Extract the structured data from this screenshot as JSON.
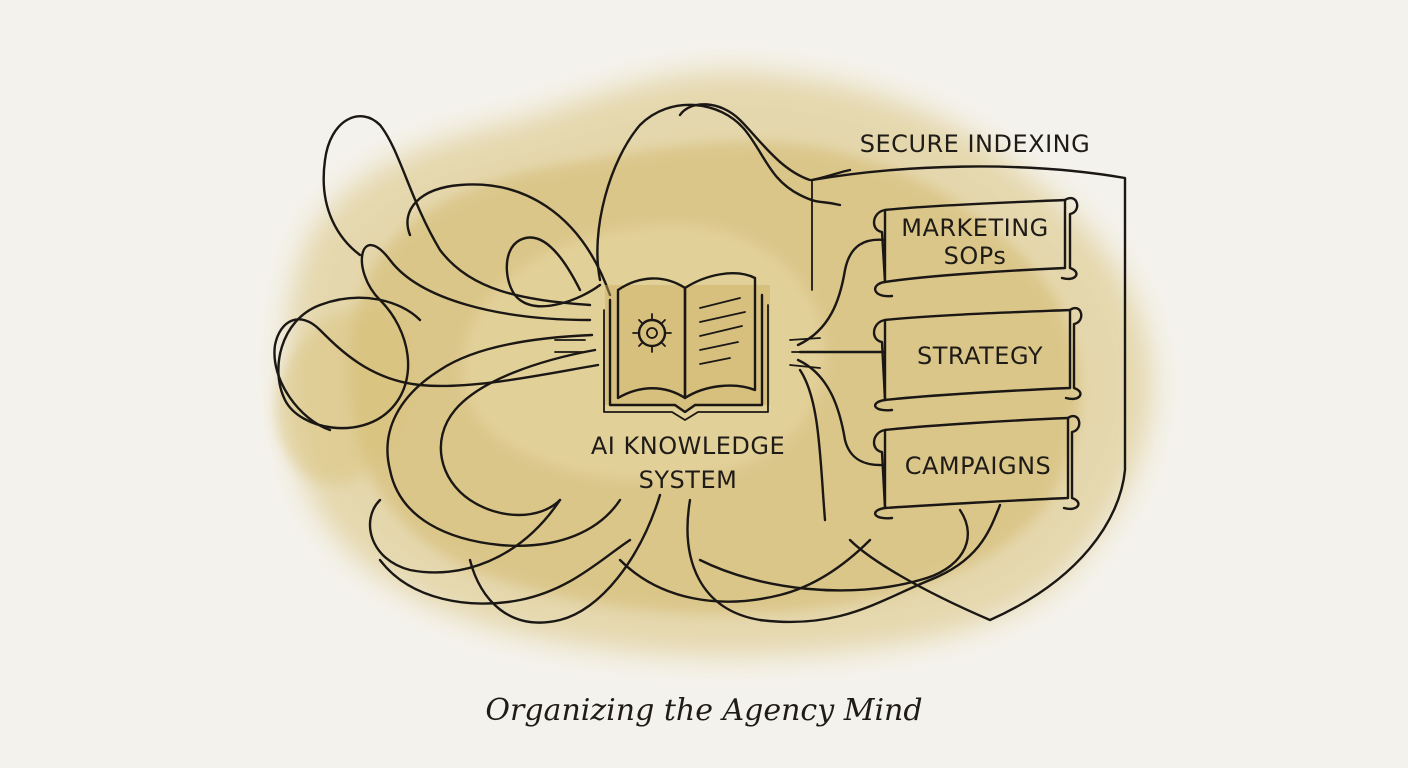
{
  "diagram": {
    "shield_title": "SECURE INDEXING",
    "center_label_line1": "AI KNOWLEDGE",
    "center_label_line2": "SYSTEM",
    "scrolls": [
      {
        "line1": "MARKETING",
        "line2": "SOPs"
      },
      {
        "line1": "STRATEGY",
        "line2": ""
      },
      {
        "line1": "CAMPAIGNS",
        "line2": ""
      }
    ],
    "caption": "Organizing the Agency Mind",
    "icons": [
      "open-book-icon",
      "gear-icon",
      "shield-icon",
      "scroll-icon"
    ]
  },
  "colors": {
    "paper": "#f4f2ec",
    "watercolor": "#d9c27a",
    "watercolor_light": "#e8d9a6",
    "ink": "#1a1714",
    "scroll_fill": "#e6d49a"
  }
}
